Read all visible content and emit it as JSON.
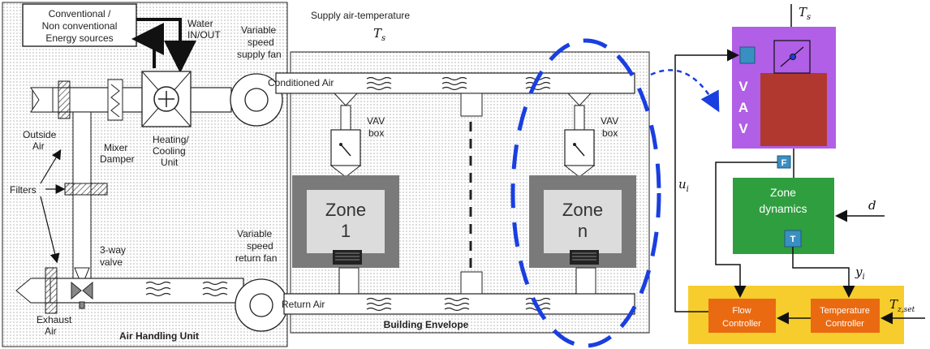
{
  "ahu": {
    "energy_line1": "Conventional /",
    "energy_line2": "Non conventional",
    "energy_line3": "Energy sources",
    "water_line1": "Water",
    "water_line2": "IN/OUT",
    "supply_fan_line1": "Variable",
    "supply_fan_line2": "speed",
    "supply_fan_line3": "supply fan",
    "outside_air_line1": "Outside",
    "outside_air_line2": "Air",
    "mixer_line1": "Mixer",
    "mixer_line2": "Damper",
    "heating_line1": "Heating/",
    "heating_line2": "Cooling",
    "heating_line3": "Unit",
    "filters": "Filters",
    "valve_line1": "3-way",
    "valve_line2": "valve",
    "exhaust_line1": "Exhaust",
    "exhaust_line2": "Air",
    "title": "Air Handling Unit",
    "return_fan_line1": "Variable",
    "return_fan_line2": "speed",
    "return_fan_line3": "return fan"
  },
  "building": {
    "supply_temp_label": "Supply air-temperature",
    "supply_temp_symbol": "T",
    "supply_temp_sub": "s",
    "conditioned_air": "Conditioned Air",
    "return_air": "Return Air",
    "vav_box_line1": "VAV",
    "vav_box_line2": "box",
    "zone_word": "Zone",
    "zone1_id": "1",
    "zonen_id": "n",
    "title": "Building Envelope"
  },
  "control": {
    "ts_symbol": "T",
    "ts_sub": "s",
    "vav_letters": [
      "V",
      "A",
      "V"
    ],
    "ui_symbol": "u",
    "ui_sub": "i",
    "zone_dyn_line1": "Zone",
    "zone_dyn_line2": "dynamics",
    "d_symbol": "d",
    "f_sensor": "F",
    "t_sensor": "T",
    "yi_symbol": "y",
    "yi_sub": "i",
    "flow_line1": "Flow",
    "flow_line2": "Controller",
    "temp_line1": "Temperature",
    "temp_line2": "Controller",
    "tzset_symbol": "T",
    "tzset_sub": "z,set"
  },
  "colors": {
    "vav_purple": "#b05fe6",
    "damper_red": "#b0382e",
    "zone_green": "#2f9e3f",
    "controller_yellow": "#f6cd2c",
    "controller_orange": "#ea6a12",
    "sensor_blue": "#3a8fc2",
    "highlight_blue": "#1a3fe0",
    "zone_gray": "#7a7a7a"
  }
}
